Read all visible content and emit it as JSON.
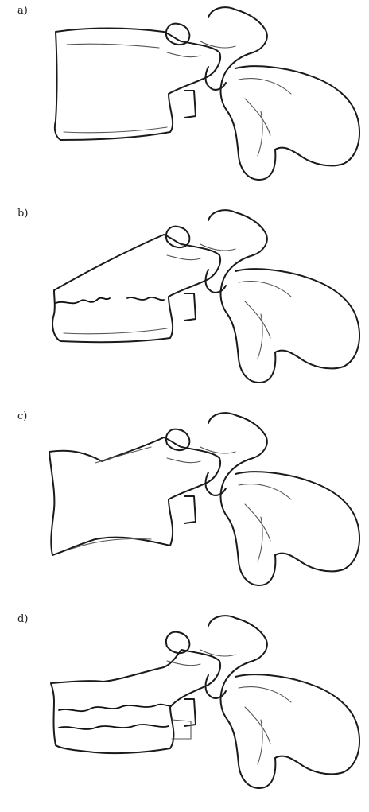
{
  "panels": [
    {
      "label": "a)",
      "variant": "normal"
    },
    {
      "label": "b)",
      "variant": "wedge-fracture"
    },
    {
      "label": "c)",
      "variant": "biconcave"
    },
    {
      "label": "d)",
      "variant": "crush"
    }
  ],
  "colors": {
    "line": "#1a1a1a",
    "detail": "#555555",
    "background": "#ffffff"
  }
}
